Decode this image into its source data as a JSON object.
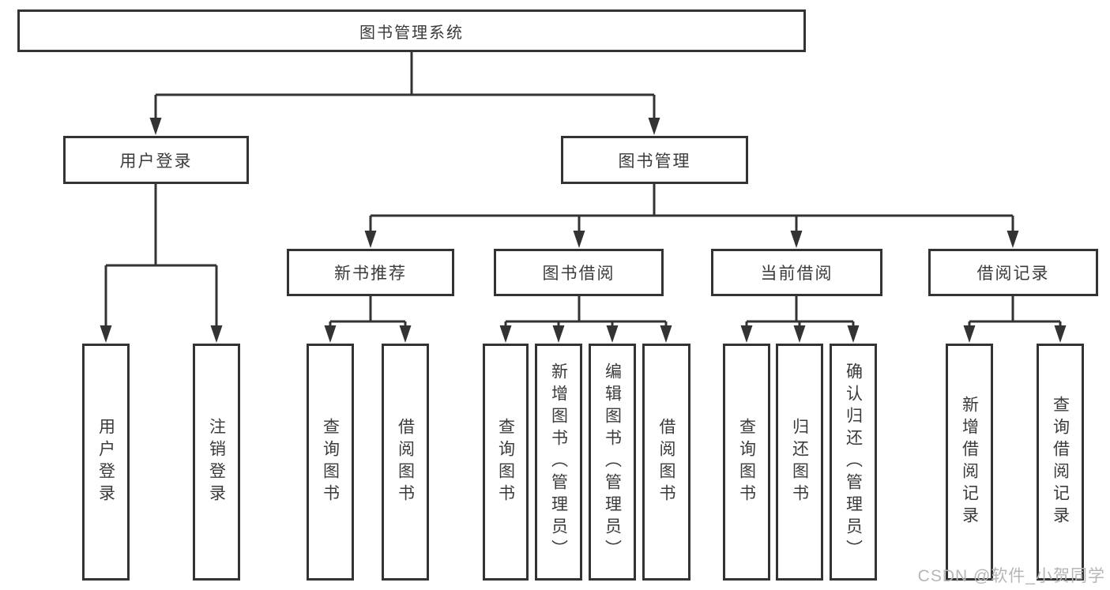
{
  "diagram": {
    "root": {
      "label": "图书管理系统"
    },
    "branches": [
      {
        "label": "用户登录",
        "children": [
          {
            "label": "用户登录"
          },
          {
            "label": "注销登录"
          }
        ]
      },
      {
        "label": "图书管理",
        "children": [
          {
            "label": "新书推荐",
            "children": [
              {
                "label": "查询图书"
              },
              {
                "label": "借阅图书"
              }
            ]
          },
          {
            "label": "图书借阅",
            "children": [
              {
                "label": "查询图书"
              },
              {
                "label": "新增图书（管理员）"
              },
              {
                "label": "编辑图书（管理员）"
              },
              {
                "label": "借阅图书"
              }
            ]
          },
          {
            "label": "当前借阅",
            "children": [
              {
                "label": "查询图书"
              },
              {
                "label": "归还图书"
              },
              {
                "label": "确认归还（管理员）"
              }
            ]
          },
          {
            "label": "借阅记录",
            "children": [
              {
                "label": "新增借阅记录"
              },
              {
                "label": "查询借阅记录"
              }
            ]
          }
        ]
      }
    ]
  },
  "watermark": {
    "text": "CSDN @软件_小贺同学"
  },
  "colors": {
    "line": "#333333",
    "box_border": "#333333",
    "box_fill": "#ffffff",
    "text": "#3b3b3b",
    "watermark": "#b9b5b5"
  }
}
